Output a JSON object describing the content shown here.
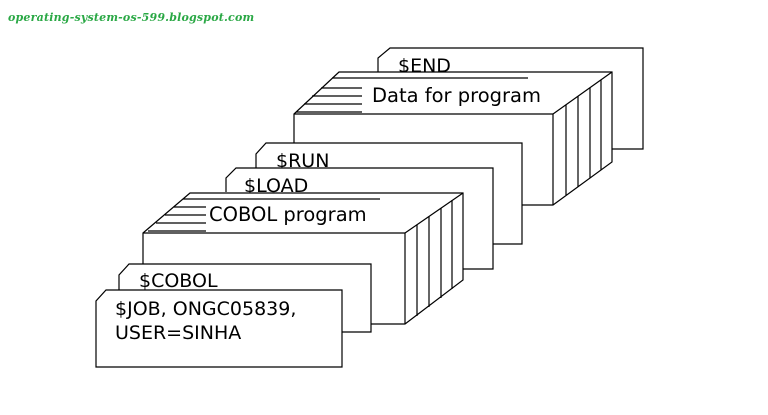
{
  "watermark": "operating-system-os-599.blogspot.com",
  "cards": {
    "end": "$END",
    "data": "Data for program",
    "run": "$RUN",
    "load": "$LOAD",
    "cobol_program": "COBOL program",
    "cobol": "$COBOL",
    "job_line1": "$JOB, ONGC05839,",
    "job_line2": "USER=SINHA"
  }
}
